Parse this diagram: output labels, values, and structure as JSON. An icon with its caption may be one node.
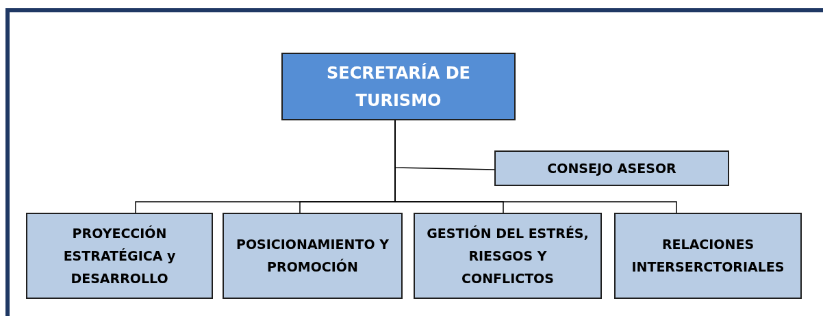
{
  "diagram": {
    "nodes": [
      {
        "text": [
          "SECRETARÍA DE TURISMO"
        ]
      },
      {
        "text": [
          "CONSEJO ASESOR"
        ]
      },
      {
        "text": [
          "PROYECCIÓN ESTRATÉGICA y DESARROLLO"
        ]
      },
      {
        "text": [
          "POSICIONAMIENTO Y PROMOCIÓN"
        ]
      },
      {
        "text": [
          "GESTIÓN DEL ESTRÉS, RIESGOS Y CONFLICTOS"
        ]
      },
      {
        "text": [
          "RELACIONES INTERSERCTORIALES"
        ]
      }
    ],
    "edges": [
      {
        "from": 0,
        "to": 1,
        "arrow": "none"
      },
      {
        "from": 0,
        "to": 2,
        "arrow": "none"
      },
      {
        "from": 0,
        "to": 3,
        "arrow": "none"
      },
      {
        "from": 0,
        "to": 4,
        "arrow": "none"
      },
      {
        "from": 0,
        "to": 5,
        "arrow": "none"
      }
    ]
  }
}
